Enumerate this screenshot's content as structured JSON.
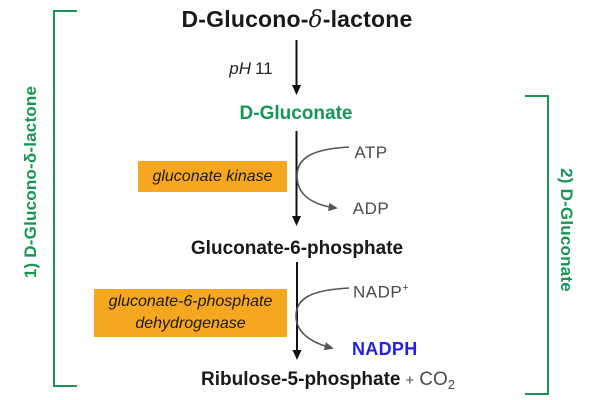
{
  "colors": {
    "green": "#169655",
    "orange": "#F5A71F",
    "blue": "#2420E8",
    "gray_text": "#4A4A4A",
    "black_text": "#191919"
  },
  "pathway": {
    "substrate": {
      "pre": "D-Glucono-",
      "delta": "δ",
      "post": "-lactone"
    },
    "step1_condition": {
      "italic": "pH",
      "value": "11"
    },
    "intermediate1": "D-Gluconate",
    "enzyme1": "gluconate kinase",
    "cofactor_in1": "ATP",
    "cofactor_out1": "ADP",
    "intermediate2": "Gluconate-6-phosphate",
    "enzyme2": {
      "line1": "gluconate-6-phosphate",
      "line2": "dehydrogenase"
    },
    "cofactor_in2": {
      "base": "NADP",
      "sup": "+"
    },
    "cofactor_out2": "NADPH",
    "product": {
      "name": "Ribulose-5-phosphate",
      "plus": "+",
      "co2_base": "CO",
      "co2_sub": "2"
    }
  },
  "section_labels": {
    "left": "1) D-Glucono-δ-lactone",
    "right": "2) D-Gluconate"
  }
}
